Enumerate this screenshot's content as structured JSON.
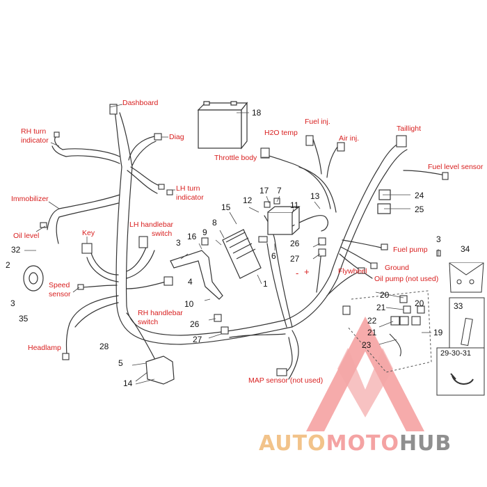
{
  "labels": {
    "dashboard": "Dashboard",
    "diag": "Diag",
    "rh_turn": [
      "RH turn",
      "indicator"
    ],
    "lh_turn": [
      "LH turn",
      "indicator"
    ],
    "immobilizer": "Immobilizer",
    "oil_level": "Oil level",
    "key": "Key",
    "lh_switch": [
      "LH handlebar",
      "switch"
    ],
    "rh_switch": [
      "RH handlebar",
      "switch"
    ],
    "speed_sensor": [
      "Speed",
      "sensor"
    ],
    "headlamp": "Headlamp",
    "throttle_body": "Throttle body",
    "h2o_temp": "H2O temp",
    "fuel_inj": "Fuel inj.",
    "air_inj": "Air inj.",
    "taillight": "Taillight",
    "fuel_level_sensor": "Fuel level sensor",
    "fuel_pump": "Fuel pump",
    "ground": "Ground",
    "oil_pump": "Oil pump (not used)",
    "flywheel": "Flywheel",
    "map_sensor": "MAP sensor (not used)",
    "minus": "-",
    "plus": "+"
  },
  "parts": {
    "p1": "1",
    "p2": "2",
    "p3a": "3",
    "p3b": "3",
    "p3c": "3",
    "p4": "4",
    "p5": "5",
    "p6": "6",
    "p7": "7",
    "p8": "8",
    "p9": "9",
    "p10": "10",
    "p11": "11",
    "p12": "12",
    "p13": "13",
    "p14": "14",
    "p15": "15",
    "p16": "16",
    "p17": "17",
    "p18": "18",
    "p19": "19",
    "p20a": "20",
    "p20b": "20",
    "p21a": "21",
    "p21b": "21",
    "p22": "22",
    "p23": "23",
    "p24": "24",
    "p25": "25",
    "p26a": "26",
    "p26b": "26",
    "p27a": "27",
    "p27b": "27",
    "p28": "28",
    "p32": "32",
    "p33": "33",
    "p34": "34",
    "p35": "35",
    "p29_31": "29-30-31"
  },
  "logo": {
    "part1": "AUTO",
    "part2": "MOTO",
    "part3": "HUB"
  },
  "colors": {
    "label": "#d81e1e",
    "line": "#333333",
    "watermark": "#e24a4a"
  }
}
